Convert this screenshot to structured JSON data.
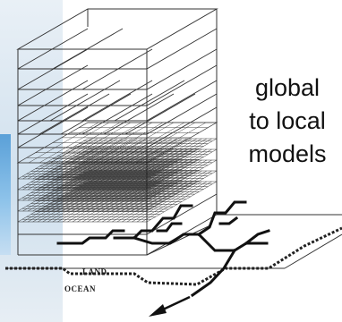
{
  "caption": {
    "line1": "global",
    "line2": "to local",
    "line3": "models"
  },
  "labels": {
    "land": "LAND",
    "ocean": "OCEAN"
  },
  "icons": {
    "river-arrow": "arrow-down-left-icon"
  }
}
